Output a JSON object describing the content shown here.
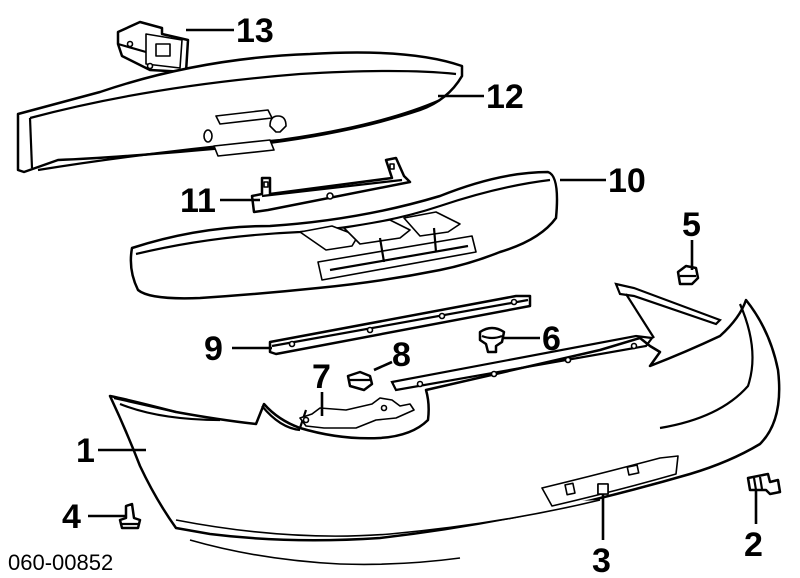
{
  "diagram": {
    "reference_number": "060-00852",
    "callouts": {
      "c1": "1",
      "c2": "2",
      "c3": "3",
      "c4": "4",
      "c5": "5",
      "c6": "6",
      "c7": "7",
      "c8": "8",
      "c9": "9",
      "c10": "10",
      "c11": "11",
      "c12": "12",
      "c13": "13"
    }
  }
}
